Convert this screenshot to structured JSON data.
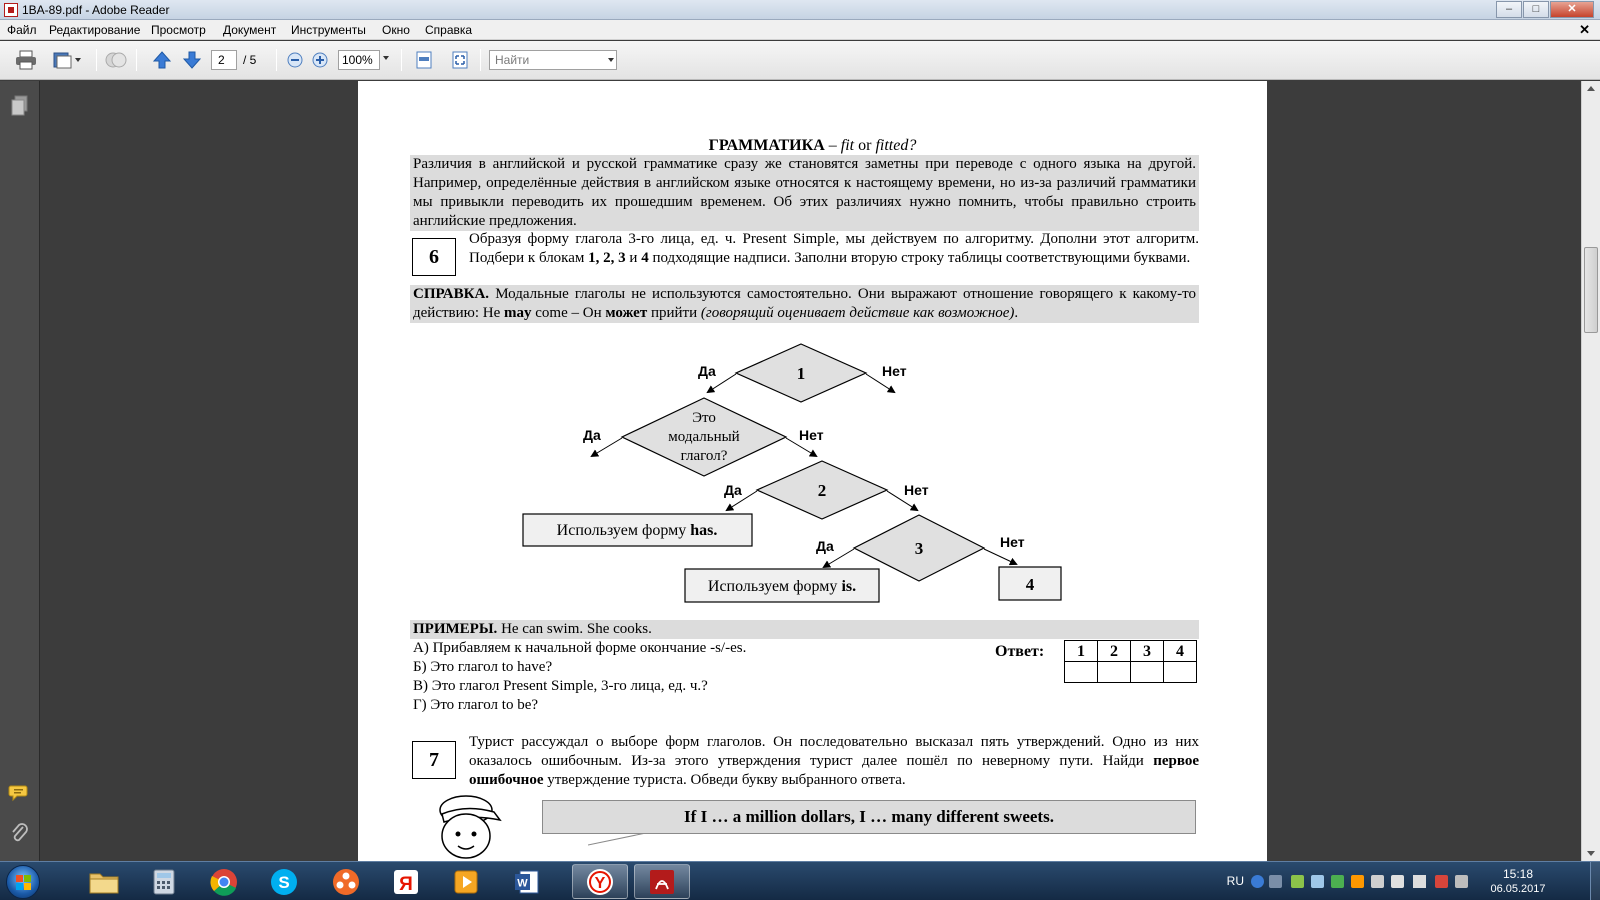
{
  "window": {
    "title": "1BA-89.pdf - Adobe Reader",
    "minimize": "–",
    "maximize": "□",
    "close": "✕",
    "doc_close": "✕"
  },
  "menu": [
    "Файл",
    "Редактирование",
    "Просмотр",
    "Документ",
    "Инструменты",
    "Окно",
    "Справка"
  ],
  "toolbar": {
    "page_current": "2",
    "page_total": "/ 5",
    "zoom": "100%",
    "find_placeholder": "Найти"
  },
  "page": {
    "title_bold": "ГРАММАТИКА",
    "title_rest": " – ",
    "title_fit": "fit",
    "title_or": " or ",
    "title_fitted": "fitted?",
    "intro": "Различия в английской и русской грамматике сразу же становятся заметны при переводе с одного языка на другой. Например, определённые действия в английском языке относятся к настоящему времени, но из-за различий грамматики мы привыкли переводить их прошедшим временем. Об этих различиях нужно помнить, чтобы правильно строить английские предложения.",
    "task6": {
      "number": "6",
      "text_1": "Образуя форму глагола 3-го лица, ед. ч. Present Simple, мы действуем по алгоритму. Дополни этот алгоритм. Подбери к блокам ",
      "blocks": "1, 2, 3",
      "text_and": " и ",
      "block4": "4",
      "text_2": " подходящие надписи. Заполни вторую строку таблицы соответствующими буквами."
    },
    "spravka": {
      "label": "СПРАВКА.",
      "text_1": " Модальные глаголы не используются самостоятельно. Они выражают отношение говорящего к какому-то действию: Не ",
      "may": "may",
      "text_2": " come – Он ",
      "mozhet": "может",
      "text_3": " прийти ",
      "italic": "(говорящий оценивает действие как возможное)",
      "dot": "."
    },
    "diagram": {
      "yes": "Да",
      "no": "Нет",
      "d1": "1",
      "d2": "2",
      "d3": "3",
      "box4": "4",
      "modal_line1": "Это",
      "modal_line2": "модальный",
      "modal_line3": "глагол?",
      "has_text": "Используем форму ",
      "has_bold": "has.",
      "is_text": "Используем форму ",
      "is_bold": "is."
    },
    "primery": {
      "label": "ПРИМЕРЫ.",
      "text": " He can swim. She cooks."
    },
    "options": [
      "А) Прибавляем к начальной форме окончание -s/-es.",
      "Б) Это глагол to have?",
      "В) Это глагол Present Simple, 3-го лица, ед. ч.?",
      "Г) Это глагол to be?"
    ],
    "answer": {
      "label": "Ответ:",
      "headers": [
        "1",
        "2",
        "3",
        "4"
      ]
    },
    "task7": {
      "number": "7",
      "text_1": "Турист рассуждал о выборе форм глаголов. Он последовательно высказал пять утверждений. Одно из них оказалось ошибочным. Из-за этого утверждения турист далее пошёл по неверному пути. Найди ",
      "bold": "первое ошибочное",
      "text_2": " утверждение туриста. Обведи букву выбранного ответа.",
      "speech": "If I … a million dollars, I … many different sweets."
    }
  },
  "taskbar": {
    "lang": "RU",
    "time": "15:18",
    "date": "06.05.2017"
  },
  "colors": {
    "adobe_red": "#b31b1b",
    "shade_gray": "#dcdcdc",
    "taskbar_blue": "#1e3a5c"
  }
}
